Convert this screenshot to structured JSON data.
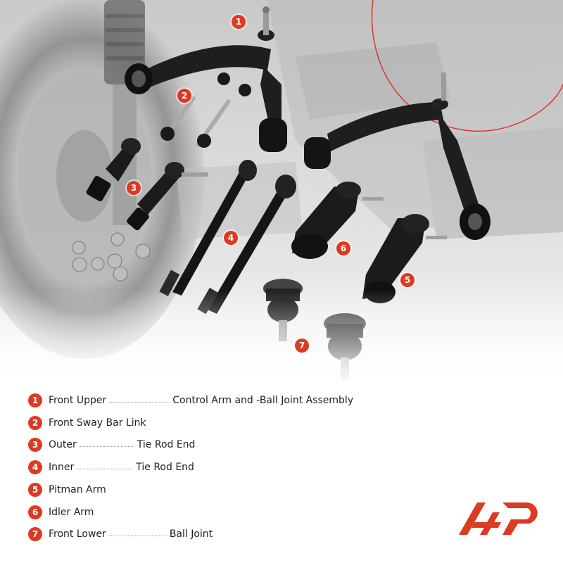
{
  "legend": [
    {
      "num": "1",
      "lead": "Front Upper",
      "tail": "Control Arm and -Ball Joint Assembly"
    },
    {
      "num": "2",
      "lead": "Front Sway Bar Link",
      "tail": ""
    },
    {
      "num": "3",
      "lead": "Outer",
      "tail": "Tie Rod End"
    },
    {
      "num": "4",
      "lead": "Inner",
      "tail": "Tie Rod End"
    },
    {
      "num": "5",
      "lead": "Pitman Arm",
      "tail": ""
    },
    {
      "num": "6",
      "lead": "Idler Arm",
      "tail": ""
    },
    {
      "num": "7",
      "lead": "Front Lower",
      "tail": "Ball Joint"
    }
  ],
  "badges": [
    "1",
    "2",
    "3",
    "4",
    "5",
    "6",
    "7"
  ],
  "colors": {
    "accent": "#dc3a22",
    "text": "#222222",
    "part": "#1a1a1a"
  },
  "logo": {
    "icon": "a-premium-logo"
  }
}
